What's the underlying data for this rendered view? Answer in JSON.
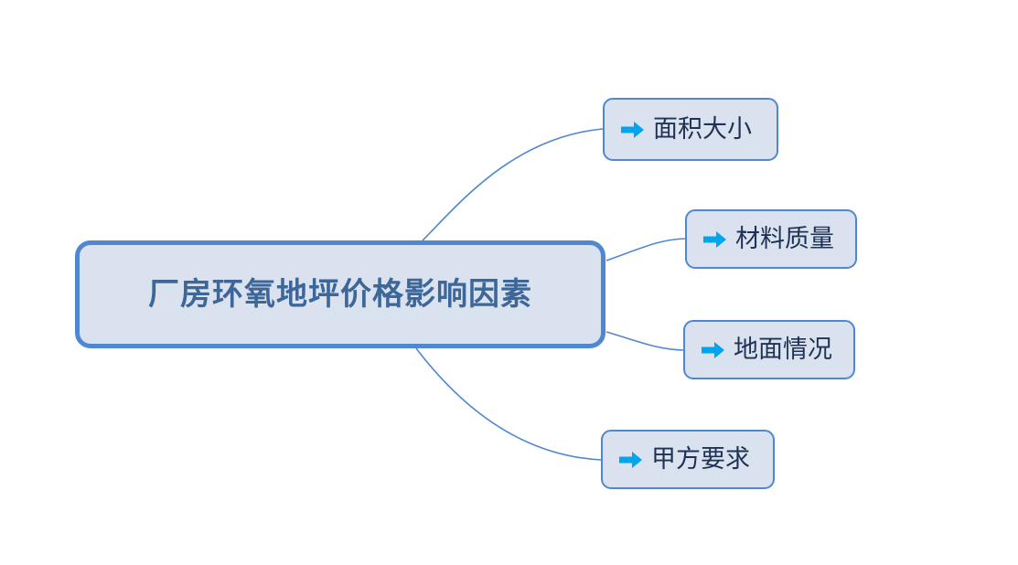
{
  "diagram": {
    "type": "mind-map",
    "background_color": "#ffffff",
    "node_fill": "#dae2ef",
    "node_border": "#4f87d0",
    "connector_color": "#4f87d0",
    "root_text_color": "#3d6699",
    "branch_text_color": "#1f3254",
    "arrow_icon_color": "#00a5ee",
    "root": {
      "label": "厂房环氧地坪价格影响因素"
    },
    "branches": [
      {
        "label": "面积大小",
        "icon": "arrow-right-icon"
      },
      {
        "label": "材料质量",
        "icon": "arrow-right-icon"
      },
      {
        "label": "地面情况",
        "icon": "arrow-right-icon"
      },
      {
        "label": "甲方要求",
        "icon": "arrow-right-icon"
      }
    ]
  }
}
